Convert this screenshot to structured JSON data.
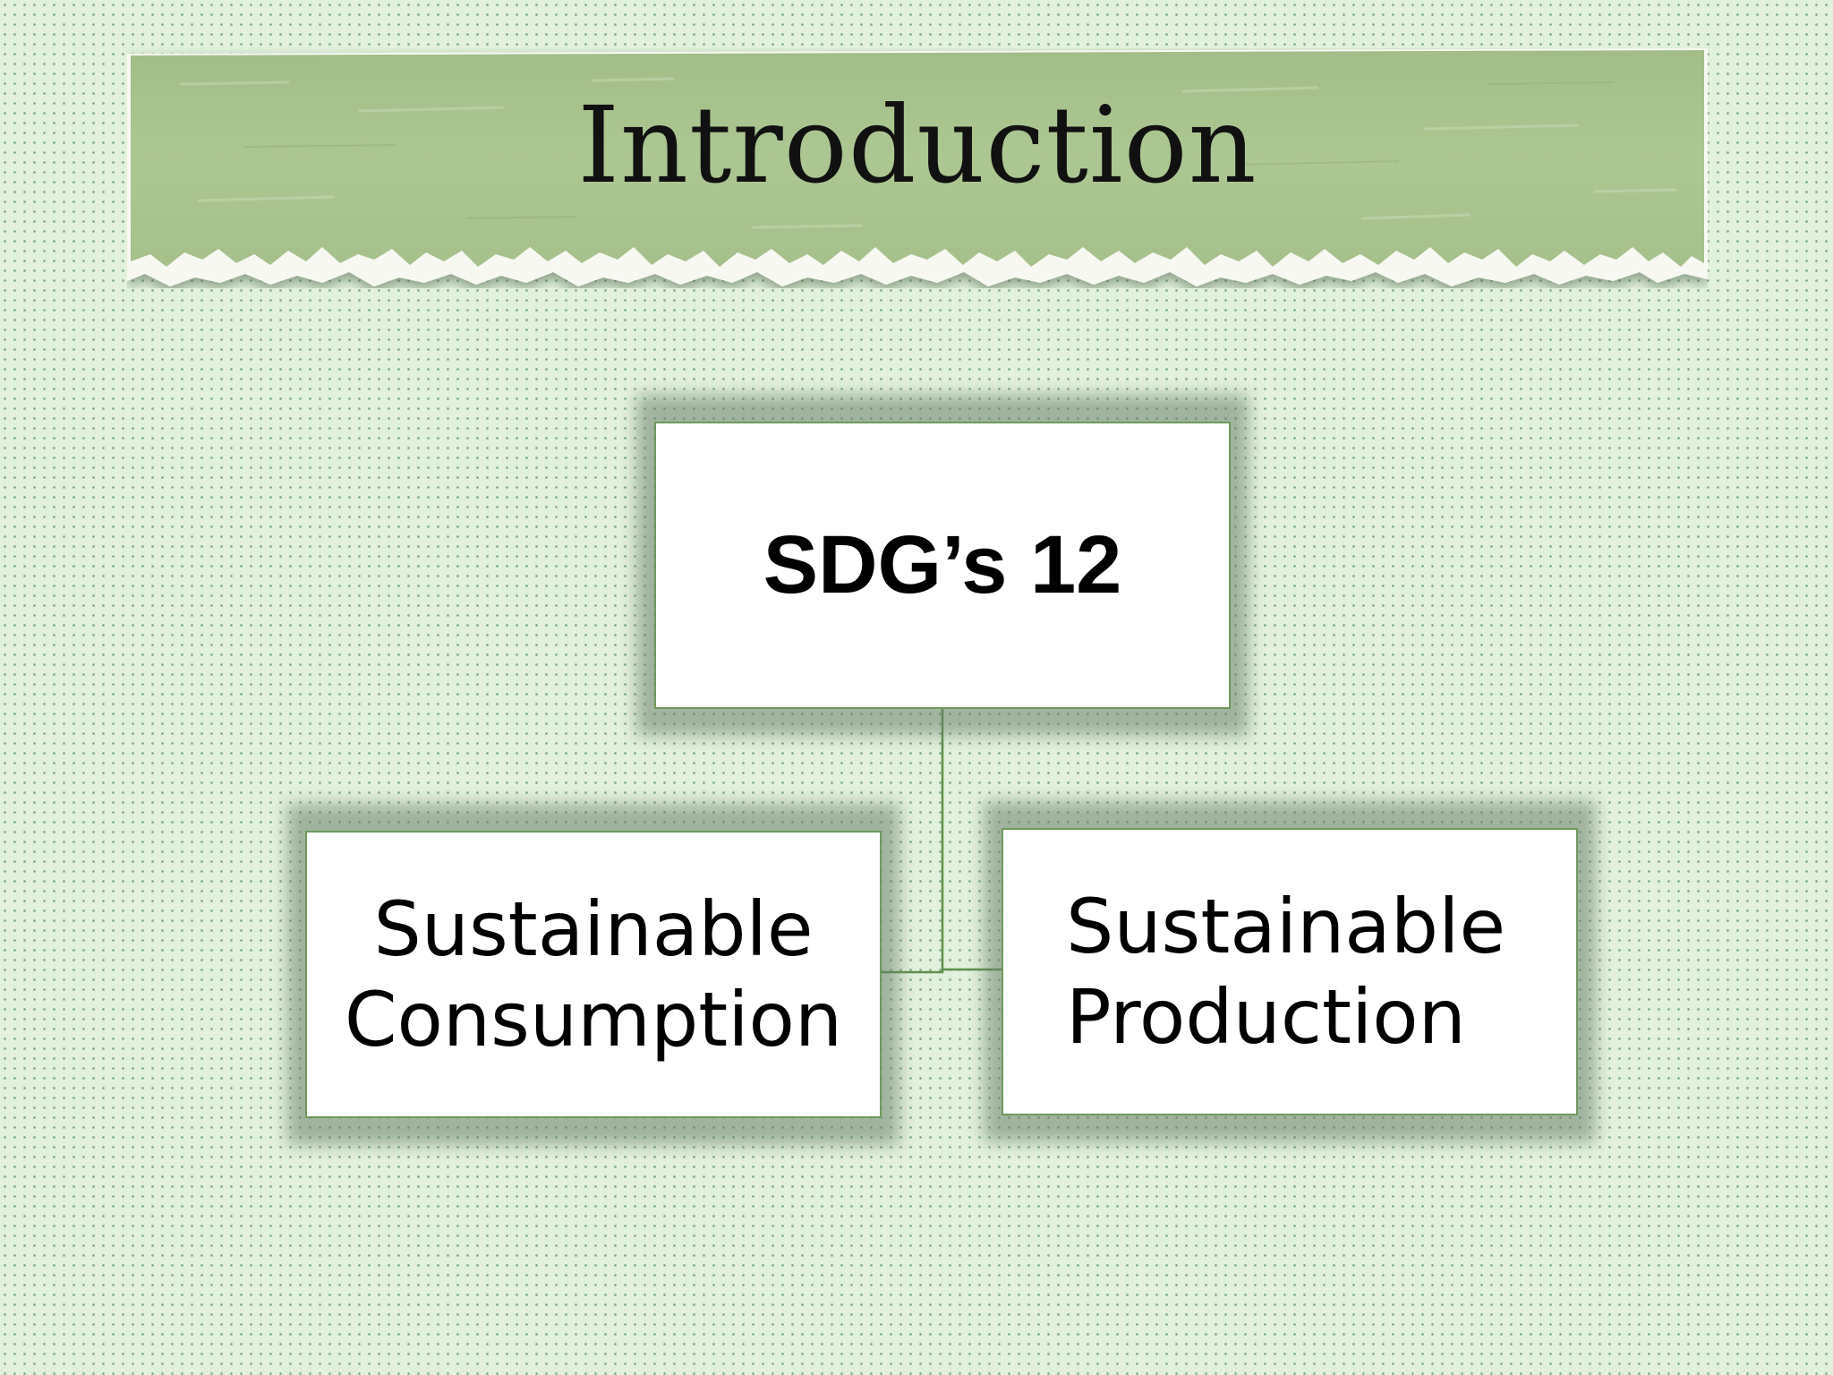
{
  "slide": {
    "title": "Introduction",
    "banner_color": "#a9c38f",
    "background_color": "#e2f1dc",
    "dot_color": "#7fae86"
  },
  "diagram": {
    "root": {
      "label": "SDG’s 12"
    },
    "children": [
      {
        "label": "Sustainable\nConsumption"
      },
      {
        "label": "Sustainable\nProduction"
      }
    ],
    "box_border_color": "#6f9a5c",
    "connector_color": "#5f8f4c"
  }
}
